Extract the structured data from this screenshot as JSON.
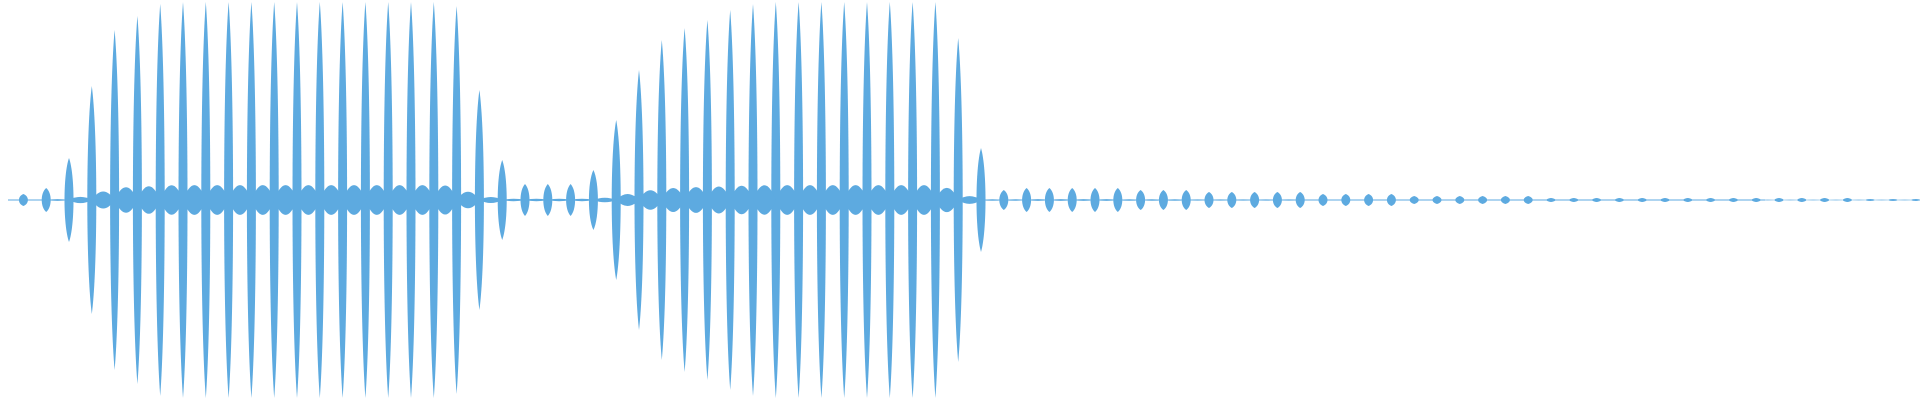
{
  "waveform": {
    "color": "#5DAAE0",
    "background": "#FFFFFF",
    "amplitudes": [
      0.03,
      0.06,
      0.21,
      0.57,
      0.85,
      0.92,
      0.98,
      0.99,
      0.99,
      0.99,
      0.99,
      0.99,
      0.99,
      0.99,
      0.99,
      0.99,
      0.99,
      0.99,
      0.99,
      0.97,
      0.55,
      0.2,
      0.08,
      0.08,
      0.08,
      0.15,
      0.4,
      0.65,
      0.8,
      0.86,
      0.9,
      0.95,
      0.98,
      0.99,
      0.99,
      0.99,
      0.99,
      0.99,
      0.99,
      0.99,
      0.99,
      0.81,
      0.26,
      0.05,
      0.06,
      0.06,
      0.06,
      0.06,
      0.06,
      0.05,
      0.05,
      0.05,
      0.04,
      0.04,
      0.04,
      0.04,
      0.04,
      0.03,
      0.03,
      0.03,
      0.03,
      0.02,
      0.02,
      0.02,
      0.02,
      0.02,
      0.02,
      0.01,
      0.01,
      0.01,
      0.01,
      0.01,
      0.01,
      0.01,
      0.01,
      0.01,
      0.01,
      0.01,
      0.01,
      0.01,
      0.01,
      0.0,
      0.0,
      0.0,
      0.0,
      0.0,
      0.0,
      0.0,
      0.0,
      0.0
    ]
  }
}
